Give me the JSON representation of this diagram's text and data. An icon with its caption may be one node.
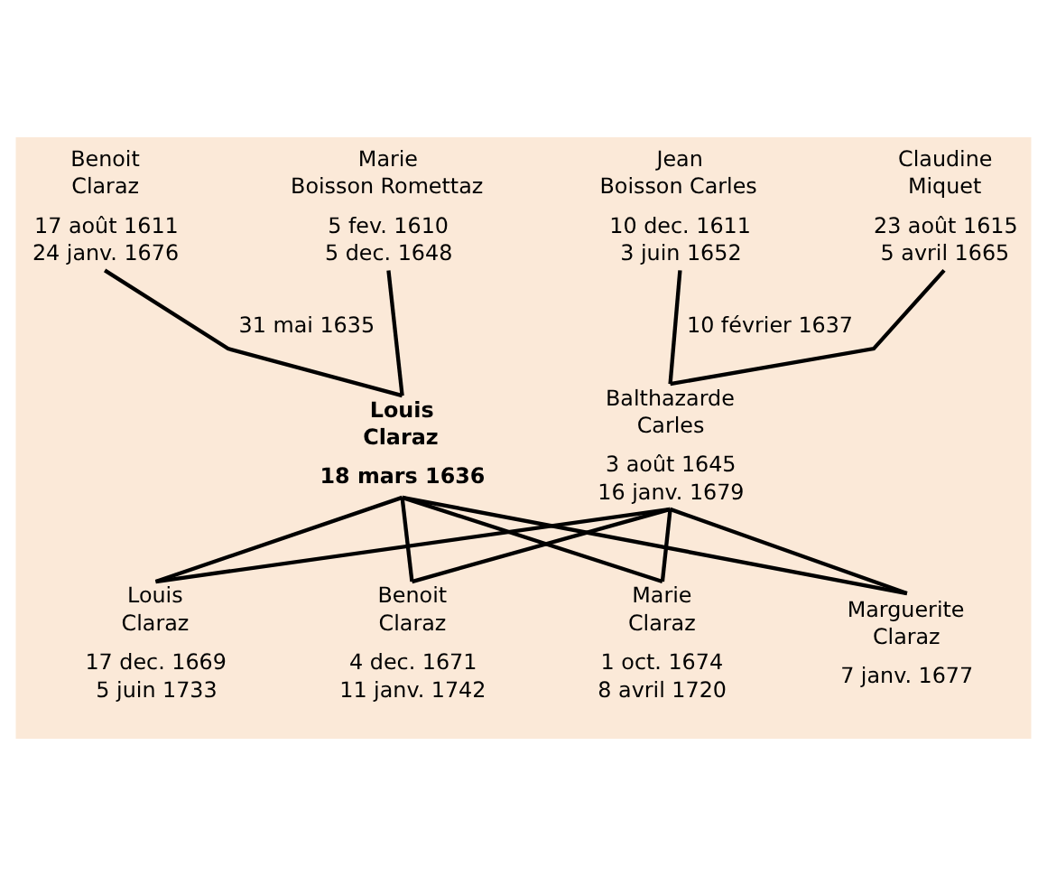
{
  "diagram": {
    "nodes": [
      {
        "text": [
          "Benoit Claraz",
          "17 août 1611",
          "24 janv. 1676"
        ]
      },
      {
        "text": [
          "Marie Boisson Romettaz",
          "5 fev. 1610",
          "5 dec. 1648"
        ]
      },
      {
        "text": [
          "Jean Boisson Carles",
          "10 dec. 1611",
          "3 juin 1652"
        ]
      },
      {
        "text": [
          "Claudine Miquet",
          "23 août 1615",
          "5 avril 1665"
        ]
      },
      {
        "text": [
          "Louis Claraz",
          "18 mars 1636"
        ]
      },
      {
        "text": [
          "Balthazarde Carles",
          "3 août 1645",
          "16 janv. 1679"
        ]
      },
      {
        "text": [
          "Louis Claraz",
          "17 dec. 1669",
          "5 juin 1733"
        ]
      },
      {
        "text": [
          "Benoit Claraz",
          "4 dec. 1671",
          "11 janv. 1742"
        ]
      },
      {
        "text": [
          "Marie Claraz",
          "1 oct. 1674",
          "8 avril 1720"
        ]
      },
      {
        "text": [
          "Marguerite Claraz",
          "7 janv. 1677"
        ]
      }
    ],
    "edges": [
      {
        "from": 0,
        "to": 4,
        "arrow": "none",
        "label": "31 mai 1635"
      },
      {
        "from": 1,
        "to": 4,
        "arrow": "none"
      },
      {
        "from": 2,
        "to": 5,
        "arrow": "none",
        "label": "10 février 1637"
      },
      {
        "from": 3,
        "to": 5,
        "arrow": "none"
      },
      {
        "from": 4,
        "to": 6,
        "arrow": "none"
      },
      {
        "from": 4,
        "to": 7,
        "arrow": "none"
      },
      {
        "from": 4,
        "to": 8,
        "arrow": "none"
      },
      {
        "from": 4,
        "to": 9,
        "arrow": "none"
      },
      {
        "from": 5,
        "to": 6,
        "arrow": "none"
      },
      {
        "from": 5,
        "to": 7,
        "arrow": "none"
      },
      {
        "from": 5,
        "to": 8,
        "arrow": "none"
      },
      {
        "from": 5,
        "to": 9,
        "arrow": "none"
      }
    ]
  }
}
